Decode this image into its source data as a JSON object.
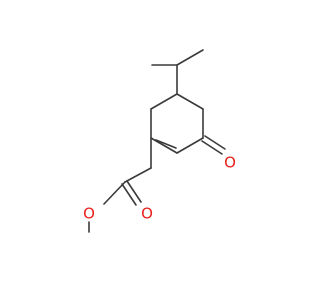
{
  "diagram": {
    "type": "skeletal-structure",
    "colors": {
      "bond": "#3a3a3a",
      "oxygen": "#e8201a"
    },
    "atoms": {
      "ketone_oxygen": "O",
      "ester_carbonyl_oxygen": "O",
      "ester_ether_oxygen": "O"
    }
  }
}
